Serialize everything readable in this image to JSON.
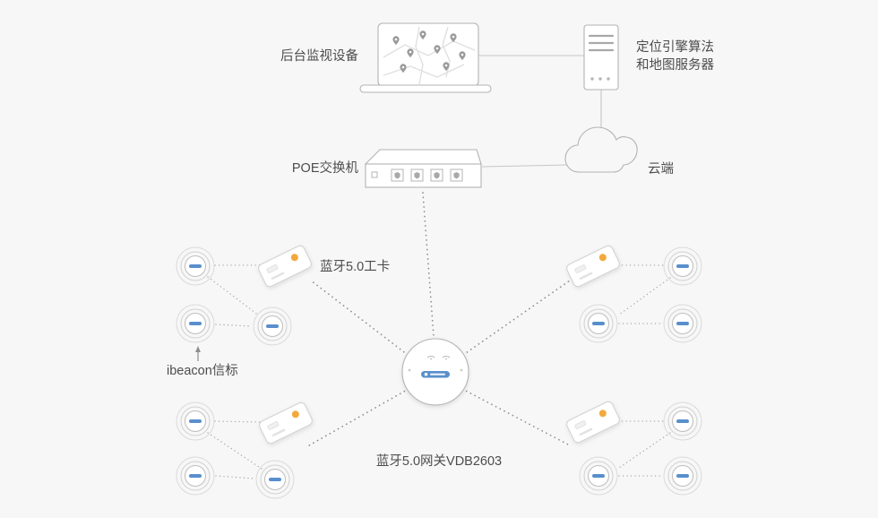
{
  "diagram": {
    "labels": {
      "monitor_device": "后台监视设备",
      "server_line1": "定位引擎算法",
      "server_line2": "和地图服务器",
      "poe_switch": "POE交换机",
      "cloud": "云端",
      "work_badge": "蓝牙5.0工卡",
      "ibeacon": "ibeacon信标",
      "gateway": "蓝牙5.0网关VDB2603"
    },
    "nodes": {
      "beacon_count": 12,
      "badge_count": 4
    },
    "icons": {
      "laptop": "laptop-with-map-pins",
      "server": "server-tower",
      "switch": "poe-switch-with-ports",
      "cloud": "cloud-outline",
      "gateway": "round-gateway-device",
      "beacon": "ibeacon-ripple-circle",
      "badge": "tilted-work-badge-card",
      "map_pin": "map-pin",
      "port_icon": "shield"
    },
    "colors": {
      "background": "#f7f7f7",
      "outline": "#b3b3b3",
      "ring": "#d0d0d0",
      "solid_line": "#c6c6c6",
      "dotted_line": "#8f8f8f",
      "text": "#4d4d4d",
      "logo_blue": "#4a86c8",
      "badge_yellow": "#f2a93b"
    }
  }
}
